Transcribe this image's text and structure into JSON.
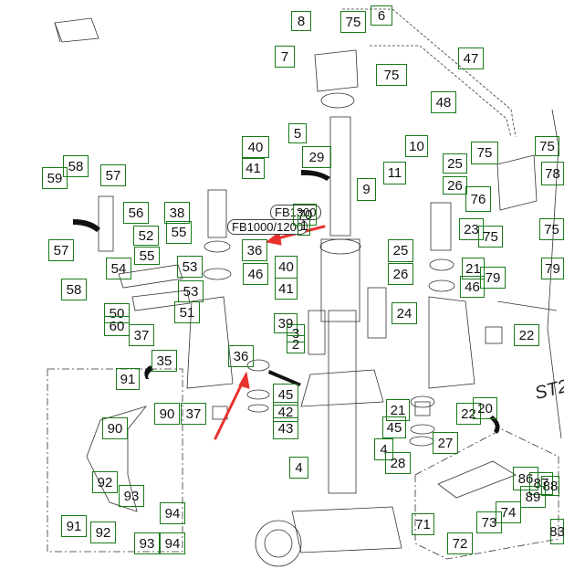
{
  "diagram": {
    "type": "exploded-parts-diagram",
    "accent_color": "#1a7a1a",
    "arrow_color": "#e8322e",
    "annotations": {
      "variant_fb1300": "FB1300",
      "variant_fb1000_1200": "FB1000/1200",
      "section_code": "ST2"
    },
    "callouts": [
      {
        "id": "c8",
        "label": "8"
      },
      {
        "id": "c75a",
        "label": "75"
      },
      {
        "id": "c6",
        "label": "6"
      },
      {
        "id": "c7",
        "label": "7"
      },
      {
        "id": "c75b",
        "label": "75"
      },
      {
        "id": "c47",
        "label": "47"
      },
      {
        "id": "c48",
        "label": "48"
      },
      {
        "id": "c5",
        "label": "5"
      },
      {
        "id": "c29",
        "label": "29"
      },
      {
        "id": "c40a",
        "label": "40"
      },
      {
        "id": "c41a",
        "label": "41"
      },
      {
        "id": "c10",
        "label": "10"
      },
      {
        "id": "c25a",
        "label": "25"
      },
      {
        "id": "c11",
        "label": "11"
      },
      {
        "id": "c26a",
        "label": "26"
      },
      {
        "id": "c75c",
        "label": "75"
      },
      {
        "id": "c75d",
        "label": "75"
      },
      {
        "id": "c78",
        "label": "78"
      },
      {
        "id": "c9",
        "label": "9"
      },
      {
        "id": "c76",
        "label": "76"
      },
      {
        "id": "c58a",
        "label": "58"
      },
      {
        "id": "c59",
        "label": "59"
      },
      {
        "id": "c57a",
        "label": "57"
      },
      {
        "id": "c56",
        "label": "56"
      },
      {
        "id": "c38",
        "label": "38"
      },
      {
        "id": "c70",
        "label": "70"
      },
      {
        "id": "c1",
        "label": "1"
      },
      {
        "id": "c23",
        "label": "23"
      },
      {
        "id": "c75e",
        "label": "75"
      },
      {
        "id": "c75f",
        "label": "75"
      },
      {
        "id": "c57b",
        "label": "57"
      },
      {
        "id": "c52",
        "label": "52"
      },
      {
        "id": "c55a",
        "label": "55"
      },
      {
        "id": "c55b",
        "label": "55"
      },
      {
        "id": "c36a",
        "label": "36"
      },
      {
        "id": "c25b",
        "label": "25"
      },
      {
        "id": "c54",
        "label": "54"
      },
      {
        "id": "c53a",
        "label": "53"
      },
      {
        "id": "c46a",
        "label": "46"
      },
      {
        "id": "c40b",
        "label": "40"
      },
      {
        "id": "c26b",
        "label": "26"
      },
      {
        "id": "c21a",
        "label": "21"
      },
      {
        "id": "c79a",
        "label": "79"
      },
      {
        "id": "c46b",
        "label": "46"
      },
      {
        "id": "c79b",
        "label": "79"
      },
      {
        "id": "c58b",
        "label": "58"
      },
      {
        "id": "c53b",
        "label": "53"
      },
      {
        "id": "c41b",
        "label": "41"
      },
      {
        "id": "c50",
        "label": "50"
      },
      {
        "id": "c51",
        "label": "51"
      },
      {
        "id": "c24",
        "label": "24"
      },
      {
        "id": "c60",
        "label": "60"
      },
      {
        "id": "c37a",
        "label": "37"
      },
      {
        "id": "c39",
        "label": "39"
      },
      {
        "id": "c3",
        "label": "3"
      },
      {
        "id": "c2",
        "label": "2"
      },
      {
        "id": "c22a",
        "label": "22"
      },
      {
        "id": "c35",
        "label": "35"
      },
      {
        "id": "c36b",
        "label": "36"
      },
      {
        "id": "c91a",
        "label": "91"
      },
      {
        "id": "c45a",
        "label": "45"
      },
      {
        "id": "c90a",
        "label": "90"
      },
      {
        "id": "c37b",
        "label": "37"
      },
      {
        "id": "c42",
        "label": "42"
      },
      {
        "id": "c21b",
        "label": "21"
      },
      {
        "id": "c22b",
        "label": "22"
      },
      {
        "id": "c20",
        "label": "20"
      },
      {
        "id": "c90b",
        "label": "90"
      },
      {
        "id": "c43",
        "label": "43"
      },
      {
        "id": "c45b",
        "label": "45"
      },
      {
        "id": "c27",
        "label": "27"
      },
      {
        "id": "c4a",
        "label": "4"
      },
      {
        "id": "c28",
        "label": "28"
      },
      {
        "id": "c4b",
        "label": "4"
      },
      {
        "id": "c86",
        "label": "86"
      },
      {
        "id": "c87",
        "label": "87"
      },
      {
        "id": "c88",
        "label": "88"
      },
      {
        "id": "c89",
        "label": "89"
      },
      {
        "id": "c92a",
        "label": "92"
      },
      {
        "id": "c93a",
        "label": "93"
      },
      {
        "id": "c94a",
        "label": "94"
      },
      {
        "id": "c74",
        "label": "74"
      },
      {
        "id": "c71",
        "label": "71"
      },
      {
        "id": "c73",
        "label": "73"
      },
      {
        "id": "c91b",
        "label": "91"
      },
      {
        "id": "c92b",
        "label": "92"
      },
      {
        "id": "c72",
        "label": "72"
      },
      {
        "id": "c93b",
        "label": "93"
      },
      {
        "id": "c94b",
        "label": "94"
      },
      {
        "id": "c83",
        "label": "83"
      }
    ]
  }
}
